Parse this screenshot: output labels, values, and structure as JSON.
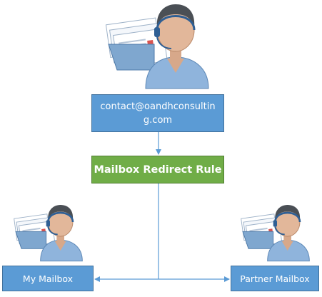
{
  "diagram": {
    "source_box": {
      "label": "contact@oandhconsulting.com",
      "icon": "user-with-mail-icon"
    },
    "rule_box": {
      "label": "Mailbox Redirect Rule"
    },
    "target_left": {
      "label": "My Mailbox",
      "icon": "user-with-mail-icon"
    },
    "target_right": {
      "label": "Partner Mailbox",
      "icon": "user-with-mail-icon"
    },
    "colors": {
      "box_blue": "#5b9bd5",
      "box_green": "#70ad47",
      "connector": "#5b9bd5",
      "text": "#ffffff"
    }
  }
}
